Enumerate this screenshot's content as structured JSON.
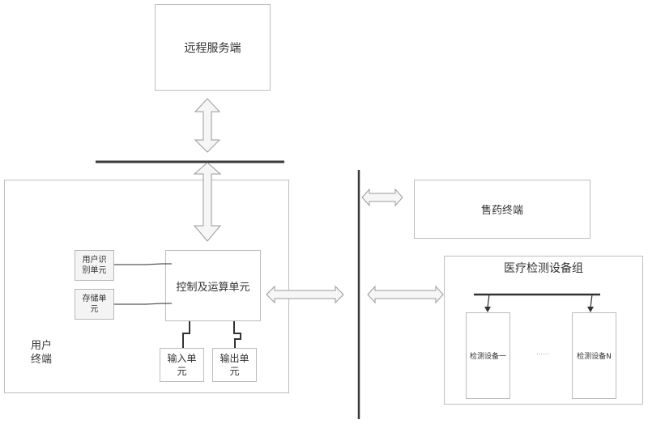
{
  "diagram": {
    "remote_server": {
      "label": "远程服务端"
    },
    "user_terminal": {
      "label_line1": "用户",
      "label_line2": "终端",
      "control_unit": {
        "label": "控制及运算单元"
      },
      "user_id_unit": {
        "line1": "用户识",
        "line2": "别单元"
      },
      "storage_unit": {
        "line1": "存储单",
        "line2": "元"
      },
      "input_unit": {
        "line1": "输入单",
        "line2": "元"
      },
      "output_unit": {
        "line1": "输出单",
        "line2": "元"
      }
    },
    "pharmacy_terminal": {
      "label": "售药终端"
    },
    "medical_device_group": {
      "label": "医疗检测设备组",
      "device_first": {
        "label": "检测设备一"
      },
      "ellipsis": "……",
      "device_n": {
        "label": "检测设备N"
      }
    },
    "colors": {
      "bus_line": "#3a3a3a",
      "box_border": "#bdbdbd",
      "arrow_fill": "#f6f6f6",
      "arrow_stroke": "#9a9a9a",
      "text": "#333333"
    }
  }
}
